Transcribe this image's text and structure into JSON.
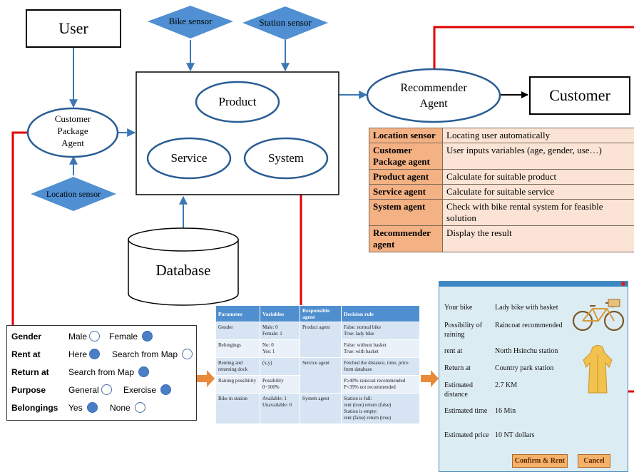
{
  "nodes": {
    "user": "User",
    "bike_sensor": "Bike sensor",
    "station_sensor": "Station sensor",
    "location_sensor": "Location sensor",
    "customer_package_agent": [
      "Customer",
      "Package",
      "Agent"
    ],
    "product": "Product",
    "service": "Service",
    "system": "System",
    "database": "Database",
    "recommender_agent": [
      "Recommender",
      "Agent"
    ],
    "customer": "Customer"
  },
  "agent_table": [
    {
      "key": "Location sensor",
      "desc": "Locating user automatically"
    },
    {
      "key": "Customer Package agent",
      "desc": "User inputs variables (age, gender, use…)"
    },
    {
      "key": "Product agent",
      "desc": "Calculate for suitable product"
    },
    {
      "key": "Service agent",
      "desc": "Calculate for suitable service"
    },
    {
      "key": "System agent",
      "desc": "Check with bike rental system for feasible solution"
    },
    {
      "key": "Recommender agent",
      "desc": "Display the result"
    }
  ],
  "form": {
    "gender": {
      "label": "Gender",
      "options": [
        "Male",
        "Female"
      ],
      "selected": "Female"
    },
    "rent_at": {
      "label": "Rent at",
      "options": [
        "Here",
        "Search from Map"
      ],
      "selected": "Here"
    },
    "return_at": {
      "label": "Return at",
      "options": [
        "Search from Map"
      ],
      "selected": "Search from Map"
    },
    "purpose": {
      "label": "Purpose",
      "options": [
        "General",
        "Exercise"
      ],
      "selected": "Exercise"
    },
    "belongings": {
      "label": "Belongings",
      "options": [
        "Yes",
        "None"
      ],
      "selected": "Yes"
    }
  },
  "decision_table": {
    "headers": [
      "Parameter",
      "Variables",
      "Responsible agent",
      "Decision rule"
    ],
    "rows": [
      {
        "param": "Gender",
        "vars": "Male: 0\nFemale: 1",
        "agent": "Product agent",
        "rule": "False: normal bike\nTrue: lady bike"
      },
      {
        "param": "Belongings",
        "vars": "No: 0\nYes: 1",
        "agent": "",
        "rule": "False: without basket\nTrue: with basket"
      },
      {
        "param": "Renting and returning dock",
        "vars": "(x,y)",
        "agent": "Service agent",
        "rule": "Fetched the distance, time, price from database"
      },
      {
        "param": "Raining possibility",
        "vars": "Possibility\n0~100%",
        "agent": "",
        "rule": "P≥40%  raincoat recommended\nP<39%  not recommended"
      },
      {
        "param": "Bike in station",
        "vars": "Available: 1\nUnavailable: 0",
        "agent": "System agent",
        "rule": "Station is full:\nrent (true)   return (false)\nStation is empty:\nrent (false)   return (true)"
      }
    ]
  },
  "result": {
    "rows": [
      {
        "label": "Your bike",
        "value": "Lady bike with basket"
      },
      {
        "label": "Possibility of raining",
        "value": "Raincoat recommended"
      },
      {
        "label": "rent at",
        "value": "North Hsinchu station"
      },
      {
        "label": "Return at",
        "value": "Country park station"
      },
      {
        "label": "Estimated distance",
        "value": "2.7    KM"
      },
      {
        "label": "Estimated time",
        "value": "16    Min"
      },
      {
        "label": "Estimated price",
        "value": "10    NT dollars"
      }
    ],
    "confirm_label": "Confirm & Rent",
    "cancel_label": "Cancel"
  },
  "colors": {
    "diamond_fill": "#4f8fd2",
    "arrow": "#3a78b5",
    "red_line": "#e00000",
    "table_key_bg": "#f4b183",
    "table_val_bg": "#fbe4d5",
    "table_header": "#4f8fcf",
    "orange_arrow": "#e88a3a"
  }
}
